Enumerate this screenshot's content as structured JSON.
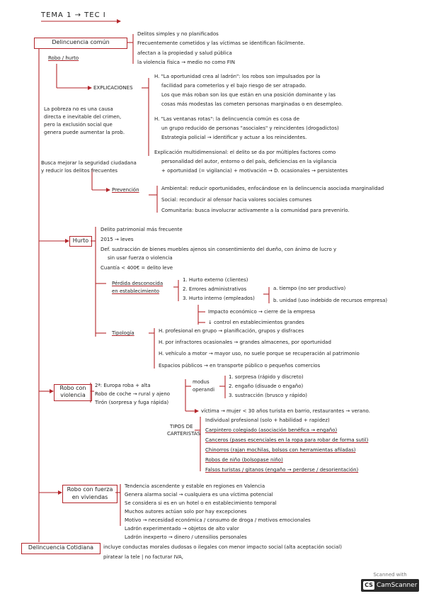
{
  "header": {
    "title": "TEMA 1 → TEC I"
  },
  "delincuencia_comun": {
    "label": "Delincuencia común",
    "sub_label": "Robo / hurto",
    "features": [
      "Delitos simples y no planificados",
      "Frecuentemente cometidos y las víctimas se identifican fácilmente.",
      "afectan a la propiedad y salud pública",
      "la violencia física → medio no como FIN"
    ]
  },
  "explicaciones": {
    "label": "EXPLICACIONES",
    "side_note": [
      "La pobreza no es una causa",
      "directa e inevitable del crimen,",
      "pero la exclusión social que",
      "genera puede aumentar la prob."
    ],
    "items": [
      [
        "H. \"La oportunidad crea al ladrón\": los robos son impulsados por la",
        "facilidad para cometerlos y el bajo riesgo de ser atrapado.",
        "Los que más roban son los que están en una posición dominante y las",
        "cosas más modestas las cometen personas marginadas o en desempleo."
      ],
      [
        "H. \"Las ventanas rotas\": la delincuencia común es cosa de",
        "un grupo reducido de personas \"asociales\" y reincidentes (drogadictos)",
        "Estrategia policial → identificar y actuar a los reincidentes."
      ],
      [
        "Explicación multidimensional: el delito se da por múltiples factores como",
        "personalidad del autor, entorno o del país, deficiencias en la vigilancia",
        "+ oportunidad (= vigilancia) + motivación → D. ocasionales → persistentes"
      ]
    ]
  },
  "prevencion": {
    "label": "Prevención",
    "side_note": [
      "Busca mejorar la seguridad ciudadana",
      "y reducir los delitos frecuentes"
    ],
    "items": [
      "Ambiental: reducir oportunidades, enfocándose en la delincuencia asociada marginalidad",
      "Social: reconducir al ofensor hacia valores sociales comunes",
      "Comunitaria: busca involucrar activamente a la comunidad para prevenirlo."
    ]
  },
  "hurto": {
    "label": "Hurto",
    "items": [
      "Delito patrimonial más frecuente",
      "2015 → leves",
      "Def. sustracción de bienes muebles ajenos sin consentimiento del dueño, con ánimo de lucro y",
      "sin usar fuerza o violencia",
      "Cuantía < 400€ = delito leve"
    ],
    "perdida": {
      "label": [
        "Pérdida desconocida",
        "en establecimiento"
      ],
      "items": [
        "1. Hurto externo (clientes)",
        "2. Errores administrativos",
        "3. Hurto interno (empleados)"
      ],
      "interno": [
        "a. tiempo (no ser productivo)",
        "b. unidad (uso indebido de recursos empresa)"
      ],
      "impacto": [
        "Impacto económico → cierre de la empresa",
        "↓ control en establecimientos grandes"
      ]
    },
    "tipologia": {
      "label": "Tipología",
      "items": [
        "H. profesional en grupo → planificación, grupos y disfraces",
        "H. por infractores ocasionales → grandes almacenes, por oportunidad",
        "H. vehículo a motor → mayor uso, no suele porque se recuperación al patrimonio",
        "Espacios públicos → en transporte público o pequeños comercios"
      ]
    }
  },
  "robo_violencia": {
    "label": [
      "Robo con",
      "violencia"
    ],
    "items": [
      "2ª: Europa roba + alta",
      "Robo de coche → rural y ajeno",
      "Tirón (sorpresa y fuga rápida)"
    ],
    "modus": {
      "label": [
        "modus",
        "operandi"
      ],
      "items": [
        "1. sorpresa (rápido y discreto)",
        "2. engaño (disuade o engaño)",
        "3. sustracción (brusco y rápido)"
      ]
    },
    "victima": "víctima → mujer < 30 años turista en barrio, restaurantes → verano.",
    "tipos": {
      "label": [
        "TIPOS DE",
        "CARTERISTAS"
      ],
      "items": [
        "Individual profesional (solo + habilidad + rapidez)",
        "Carpintero colegiado (asociación benéfica → engaño)",
        "Canceros (pases escenciales en la ropa para robar de forma sutil)",
        "Chinorros (rajan mochilas, bolsos con herramientas afiladas)",
        "Robos de niño (bolsopase niño)",
        "Falsos turistas / gitanos (engaño → perderse / desorientación)"
      ]
    }
  },
  "robo_fuerza": {
    "label": [
      "Robo con fuerza",
      "en viviendas"
    ],
    "items": [
      "Tendencia ascendente y estable en regiones en Valencia",
      "Genera alarma social → cualquiera es una víctima potencial",
      "Se considera si es en un hotel o en establecimiento temporal",
      "Muchos autores actúan solo por hay excepciones",
      "Motivo → necesidad económica / consumo de droga / motivos emocionales",
      "Ladrón experimentado → objetos de alto valor",
      "Ladrón inexperto → dinero / utensilios personales"
    ]
  },
  "delincuencia_cotidiana": {
    "label": "Delincuencia Cotidiana",
    "lines": [
      "incluye conductas morales dudosas o ilegales con menor impacto social (alta aceptación social)",
      "piratear la tele | no facturar IVA,"
    ]
  },
  "watermark": {
    "top": "Scanned with",
    "name": "CamScanner"
  },
  "colors": {
    "accent": "#b3262b",
    "ink": "#222222"
  }
}
